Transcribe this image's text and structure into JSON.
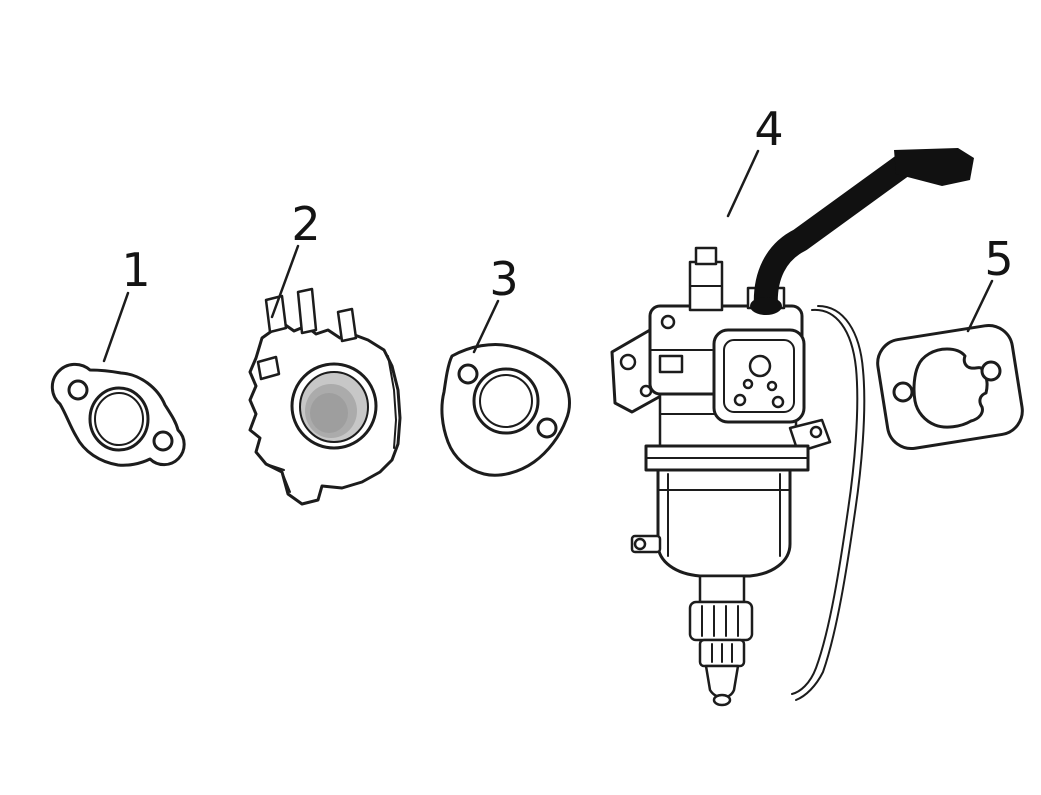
{
  "canvas": {
    "background": "#ffffff",
    "line_color": "#1c1c1c",
    "shading_grays": [
      "#c7c7c7",
      "#ababab",
      "#9e9e9e"
    ]
  },
  "diagram": {
    "type": "exploded-parts-diagram",
    "callouts": [
      {
        "label": "1",
        "part": "gasket"
      },
      {
        "label": "2",
        "part": "insulator-spacer"
      },
      {
        "label": "3",
        "part": "gasket"
      },
      {
        "label": "4",
        "part": "carburetor-assembly"
      },
      {
        "label": "5",
        "part": "gasket"
      }
    ]
  }
}
